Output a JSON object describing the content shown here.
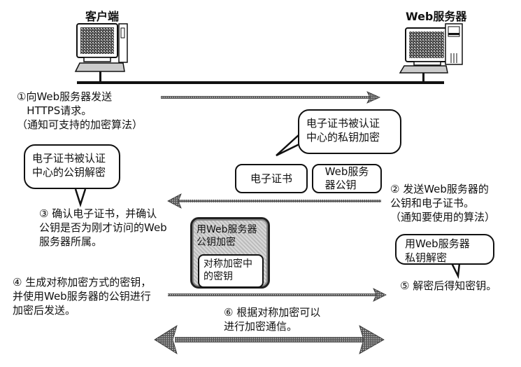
{
  "nodes": {
    "client": {
      "label": "客户端"
    },
    "server": {
      "label": "Web服务器"
    }
  },
  "steps": [
    {
      "id": 1,
      "direction": "client-to-server",
      "text": "①向Web服务器发送\n   HTTPS请求。\n（通知可支持的加密算法）"
    },
    {
      "id": 2,
      "direction": "server-to-client",
      "text": "② 发送Web服务器的\n公钥和电子证书。\n（通知要使用的算法）"
    },
    {
      "id": 3,
      "direction": "client-local",
      "text": "③ 确认电子证书，并确认\n公钥是否为刚才访问的Web\n服务器所属。"
    },
    {
      "id": 4,
      "direction": "client-to-server",
      "text": "④ 生成对称加密方式的密钥，\n并使用Web服务器的公钥进行\n加密后发送。"
    },
    {
      "id": 5,
      "direction": "server-local",
      "text": "⑤ 解密后得知密钥。"
    },
    {
      "id": 6,
      "direction": "bidirectional",
      "text": "⑥ 根据对称加密可以\n进行加密通信。"
    }
  ],
  "bubbles": {
    "ca_private_key": "电子证书被认证\n中心的私钥加密",
    "ca_public_key": "电子证书被认证\n中心的公钥解密",
    "server_private_key": "用Web服务器\n私钥解密"
  },
  "payloads": {
    "certificate": "电子证书",
    "server_public_key": "Web服务\n器公钥",
    "encrypted_wrapper": "用Web服务器\n公钥加密",
    "symmetric_key": "对称加密中\n的密钥"
  }
}
